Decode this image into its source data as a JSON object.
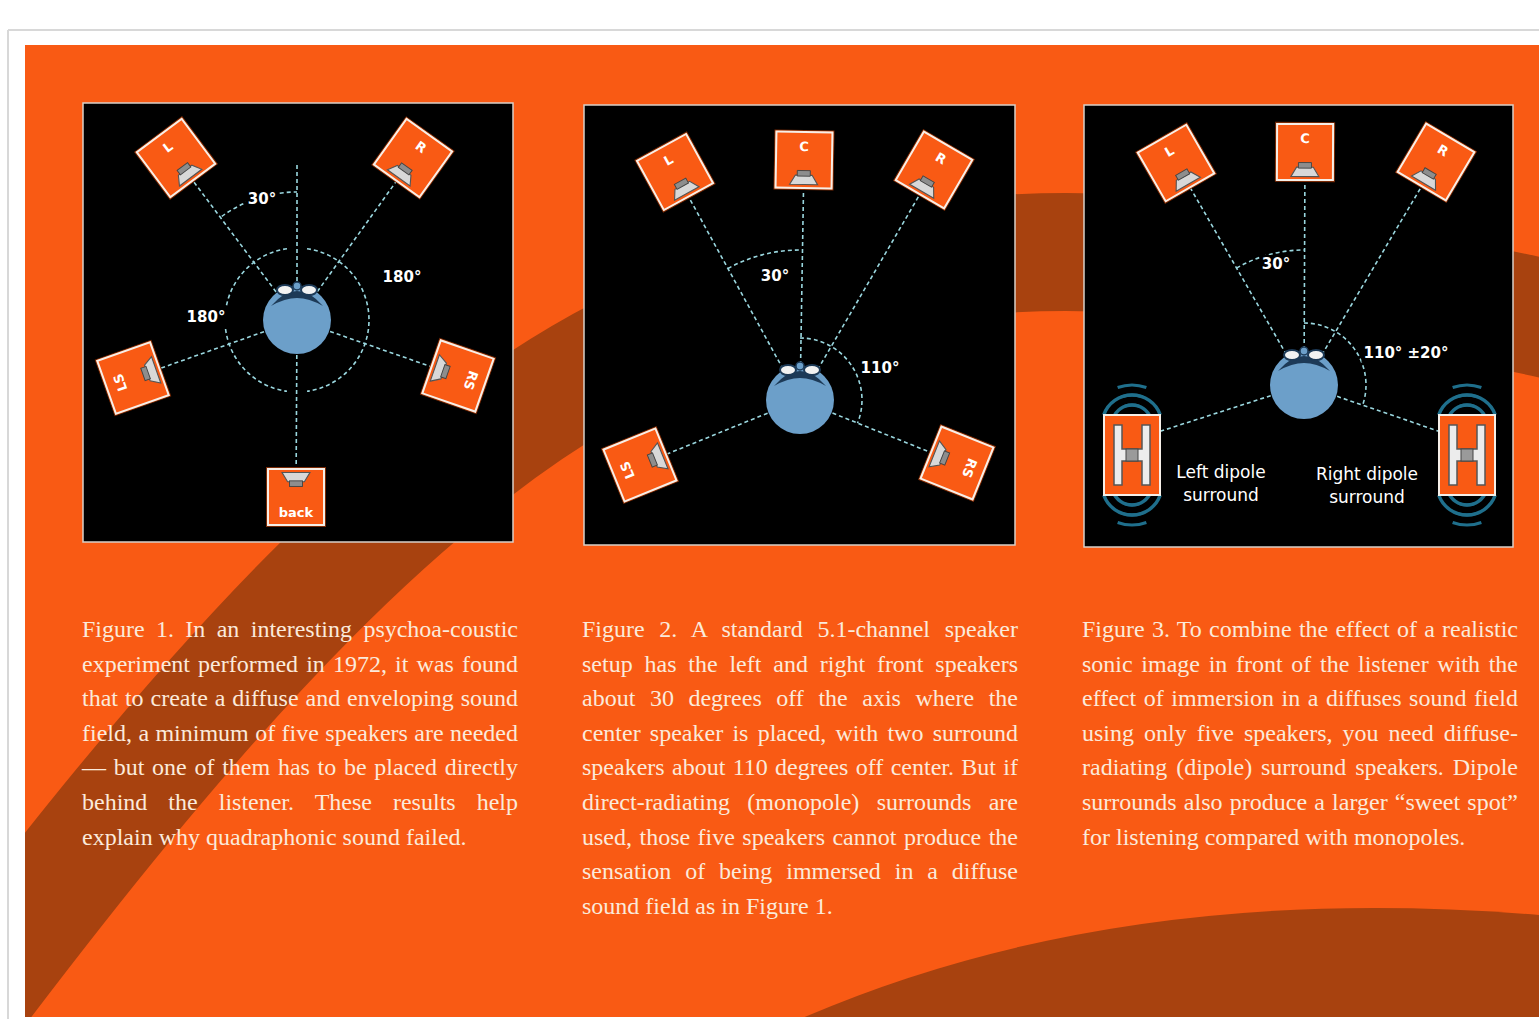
{
  "diagram": {
    "nodes": [
      {
        "text": [
          "L"
        ]
      },
      {
        "text": [
          "R"
        ]
      },
      {
        "text": [
          "LS"
        ]
      },
      {
        "text": [
          "RS"
        ]
      },
      {
        "text": [
          "back"
        ]
      },
      {
        "text": [
          "L"
        ]
      },
      {
        "text": [
          "C"
        ]
      },
      {
        "text": [
          "R"
        ]
      },
      {
        "text": [
          "LS"
        ]
      },
      {
        "text": [
          "RS"
        ]
      },
      {
        "text": [
          "L"
        ]
      },
      {
        "text": [
          "C"
        ]
      },
      {
        "text": [
          "R"
        ]
      }
    ],
    "labels": [
      "30°",
      "180°",
      "180°",
      "30°",
      "110°",
      "30°",
      "110° ±20°",
      "Left dipole surround",
      "Right dipole surround",
      "Figure 1. In an interesting psychoa-coustic experiment performed in 1972, it was found that to create a diffuse and enveloping sound field, a minimum of five speakers are needed — but one of them has to be placed directly behind the listener. These results help explain why quadraphonic sound failed.",
      "Figure 2. A standard 5.1-channel speaker setup has the left and right front speakers about 30 degrees off the axis where the center speaker is placed, with two surround speakers about 110 degrees off center. But if direct-radiating (monopole) surrounds are used, those five speakers cannot produce the sensation of being immersed in a diffuse sound field as in Figure 1.",
      "Figure 3. To combine the effect of a realistic sonic image in front of the listener with the effect of immersion in a diffuses sound field using only five speakers, you need diffuse-radiating (dipole) surround speakers. Dipole surrounds also produce a larger “sweet spot” for listening compared with monopoles."
    ]
  }
}
